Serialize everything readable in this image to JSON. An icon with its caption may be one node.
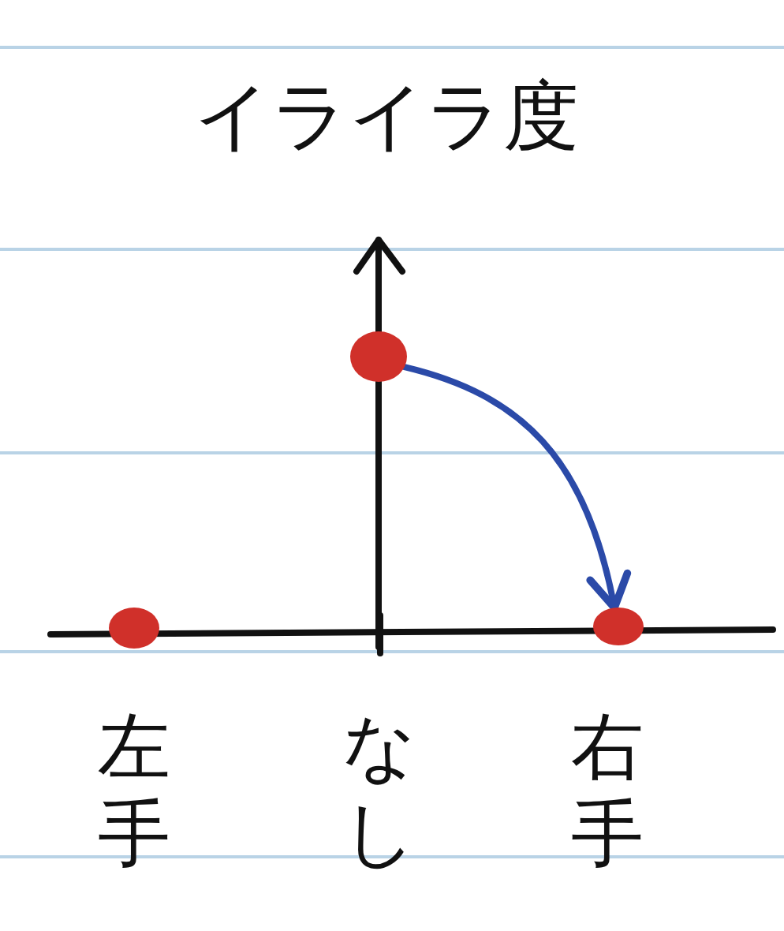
{
  "diagram": {
    "nodes": [
      {
        "text": [],
        "shape": "circle"
      },
      {
        "text": [],
        "shape": "circle"
      },
      {
        "text": [],
        "shape": "circle"
      }
    ],
    "edges": [
      {
        "from": 1,
        "to": 2,
        "arrow": "to",
        "color": "#2b4aa8"
      }
    ],
    "labels": [
      "イライラ度",
      "左手",
      "なし",
      "右手"
    ]
  }
}
